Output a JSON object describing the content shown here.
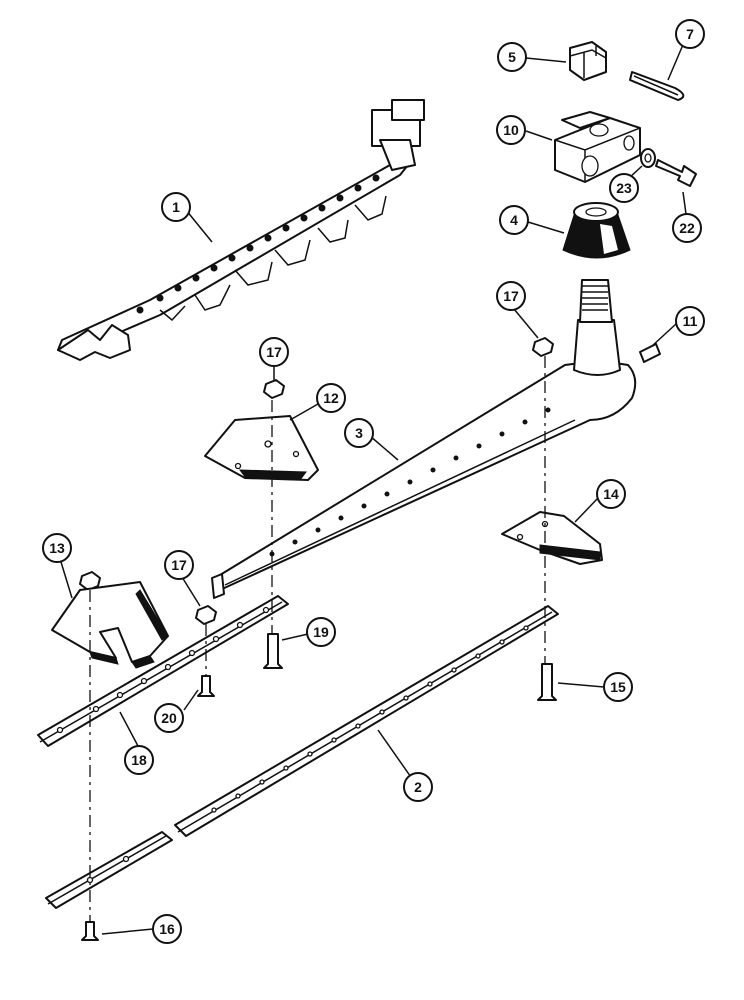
{
  "callouts": [
    {
      "id": "c1",
      "number": "1"
    },
    {
      "id": "c2",
      "number": "2"
    },
    {
      "id": "c3",
      "number": "3"
    },
    {
      "id": "c4",
      "number": "4"
    },
    {
      "id": "c5",
      "number": "5"
    },
    {
      "id": "c7",
      "number": "7"
    },
    {
      "id": "c10",
      "number": "10"
    },
    {
      "id": "c11",
      "number": "11"
    },
    {
      "id": "c12",
      "number": "12"
    },
    {
      "id": "c13",
      "number": "13"
    },
    {
      "id": "c14",
      "number": "14"
    },
    {
      "id": "c15",
      "number": "15"
    },
    {
      "id": "c16",
      "number": "16"
    },
    {
      "id": "c17a",
      "number": "17"
    },
    {
      "id": "c17b",
      "number": "17"
    },
    {
      "id": "c17c",
      "number": "17"
    },
    {
      "id": "c18",
      "number": "18"
    },
    {
      "id": "c19",
      "number": "19"
    },
    {
      "id": "c20",
      "number": "20"
    },
    {
      "id": "c22",
      "number": "22"
    },
    {
      "id": "c23",
      "number": "23"
    }
  ]
}
